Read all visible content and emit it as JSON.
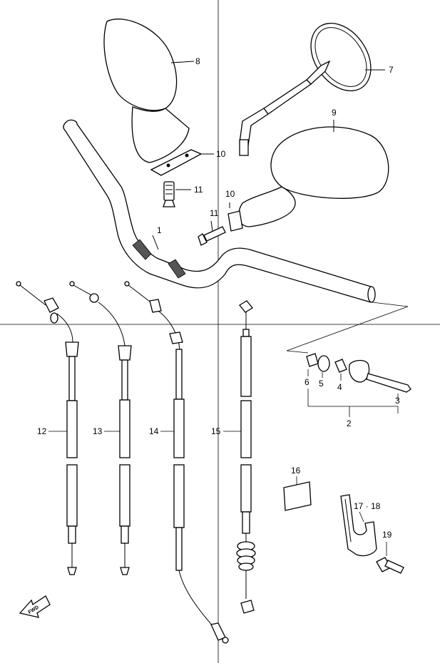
{
  "callouts": {
    "c1": "1",
    "c2": "2",
    "c3": "3",
    "c4": "4",
    "c5": "5",
    "c6": "6",
    "c7": "7",
    "c8": "8",
    "c9": "9",
    "c10a": "10",
    "c10b": "10",
    "c11a": "11",
    "c11b": "11",
    "c12": "12",
    "c13": "13",
    "c14": "14",
    "c15": "15",
    "c16": "16",
    "c17_18": "17 · 18",
    "c19": "19"
  },
  "fwd_label": "FWD"
}
